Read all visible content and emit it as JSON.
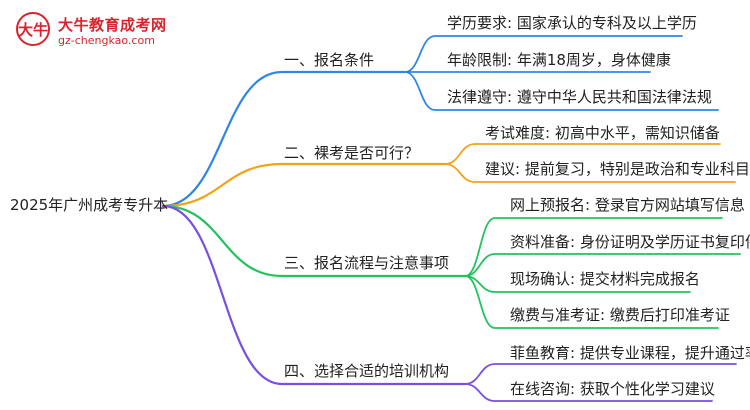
{
  "logo": {
    "mark": "大牛",
    "title": "大牛教育成考网",
    "url": "gz-chengkao.com"
  },
  "root": "2025年广州成考专升本",
  "colors": {
    "branch1": "#2f86e8",
    "branch2": "#f0a419",
    "branch3": "#22c25e",
    "branch4": "#7b4fe0",
    "brand": "#d9232d"
  },
  "branches": [
    {
      "label": "一、报名条件",
      "children": [
        "学历要求: 国家承认的专科及以上学历",
        "年龄限制: 年满18周岁，身体健康",
        "法律遵守: 遵守中华人民共和国法律法规"
      ]
    },
    {
      "label": "二、裸考是否可行？",
      "children": [
        "考试难度: 初高中水平，需知识储备",
        "建议: 提前复习，特别是政治和专业科目"
      ]
    },
    {
      "label": "三、报名流程与注意事项",
      "children": [
        "网上预报名: 登录官方网站填写信息",
        "资料准备: 身份证明及学历证书复印件",
        "现场确认: 提交材料完成报名",
        "缴费与准考证: 缴费后打印准考证"
      ]
    },
    {
      "label": "四、选择合适的培训机构",
      "children": [
        "菲鱼教育: 提供专业课程，提升通过率",
        "在线咨询: 获取个性化学习建议"
      ]
    }
  ]
}
